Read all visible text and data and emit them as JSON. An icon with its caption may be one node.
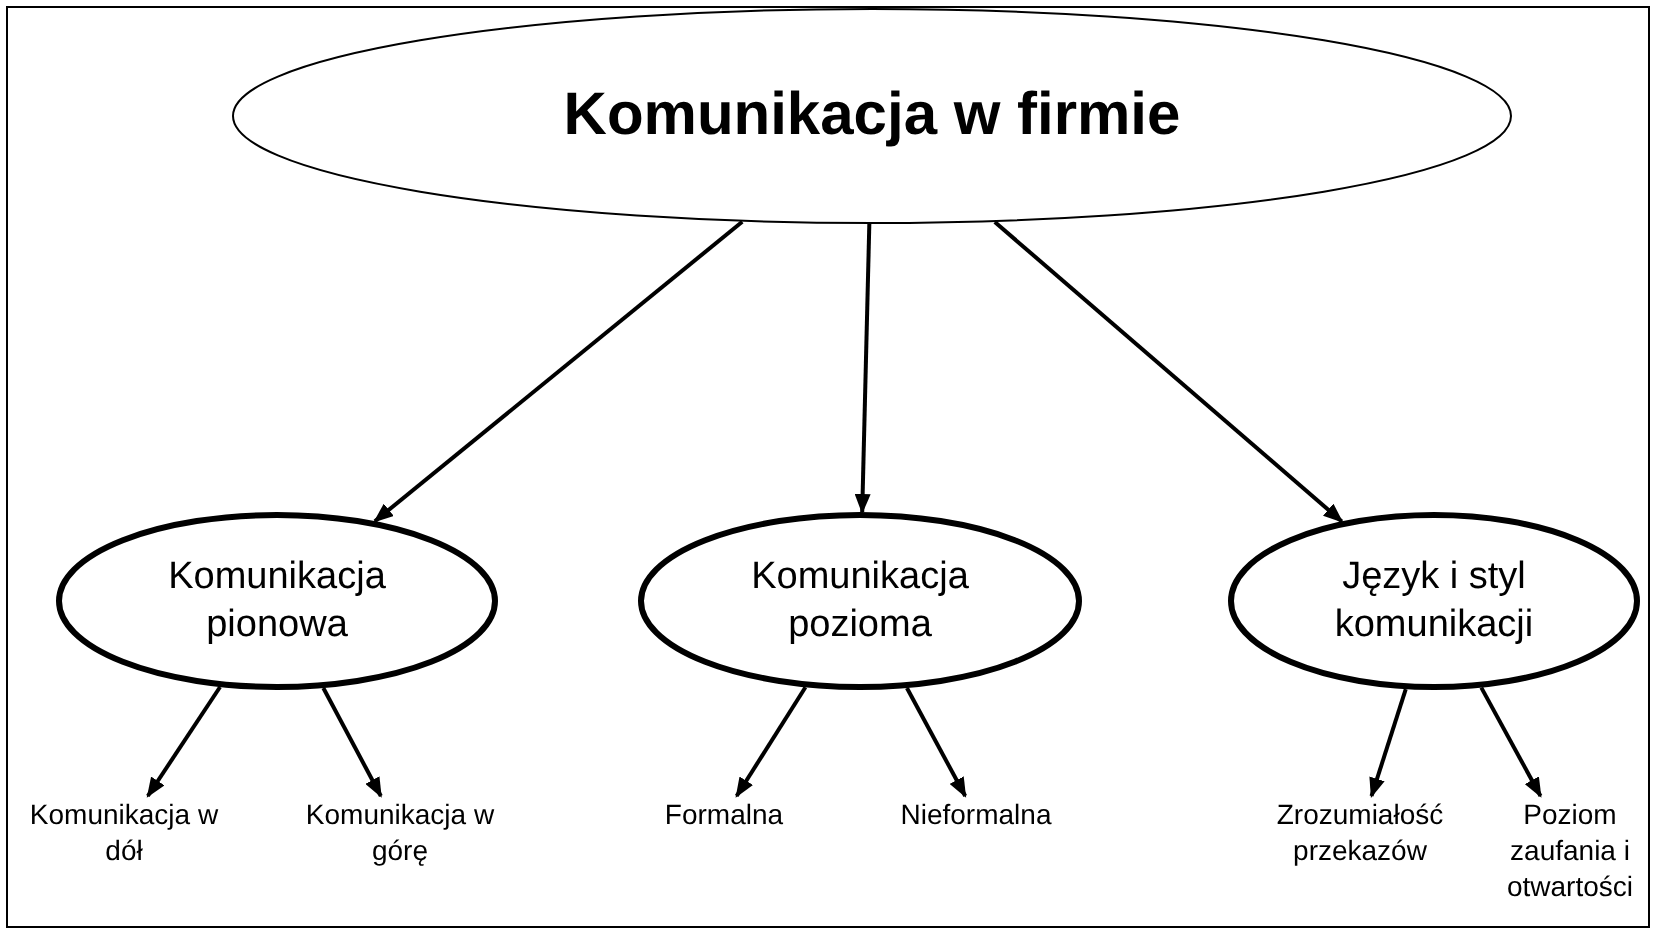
{
  "diagram": {
    "nodes": [
      {
        "text": [
          "Komunikacja w firmie"
        ]
      },
      {
        "text": [
          "Komunikacja pionowa"
        ]
      },
      {
        "text": [
          "Komunikacja pozioma"
        ]
      },
      {
        "text": [
          "Język i styl komunikacji"
        ]
      },
      {
        "text": [
          "Komunikacja w dół"
        ]
      },
      {
        "text": [
          "Komunikacja w górę"
        ]
      },
      {
        "text": [
          "Formalna"
        ]
      },
      {
        "text": [
          "Nieformalna"
        ]
      },
      {
        "text": [
          "Zrozumiałość przekazów"
        ]
      },
      {
        "text": [
          "Poziom zaufania i otwartości"
        ]
      }
    ],
    "edges": [
      {
        "from": 0,
        "to": 1,
        "arrow": "to"
      },
      {
        "from": 0,
        "to": 2,
        "arrow": "to"
      },
      {
        "from": 0,
        "to": 3,
        "arrow": "to"
      },
      {
        "from": 1,
        "to": 4,
        "arrow": "to"
      },
      {
        "from": 1,
        "to": 5,
        "arrow": "to"
      },
      {
        "from": 2,
        "to": 6,
        "arrow": "to"
      },
      {
        "from": 2,
        "to": 7,
        "arrow": "to"
      },
      {
        "from": 3,
        "to": 8,
        "arrow": "to"
      },
      {
        "from": 3,
        "to": 9,
        "arrow": "to"
      }
    ]
  }
}
